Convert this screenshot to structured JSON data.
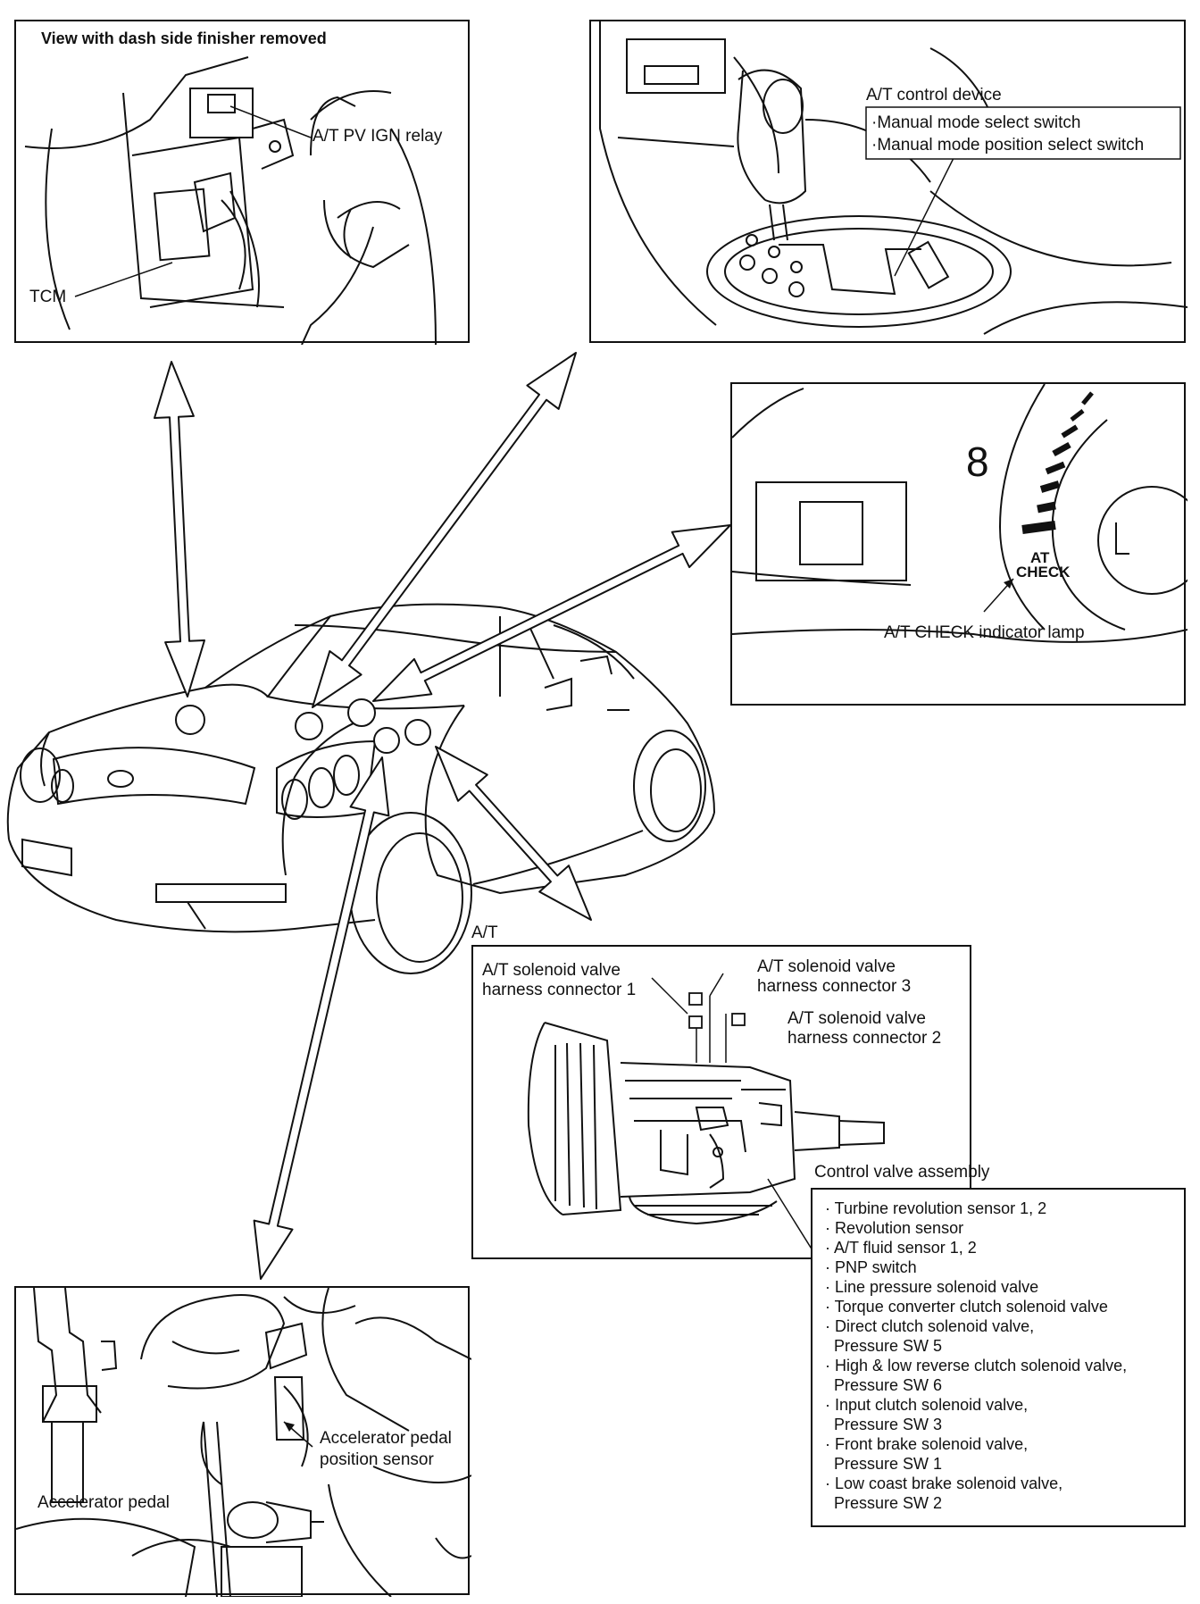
{
  "panels": {
    "tcm": {
      "title": "View with dash side finisher removed",
      "relay_label": "A/T PV IGN relay",
      "tcm_label": "TCM"
    },
    "control_device": {
      "title": "A/T control device",
      "items": [
        "·Manual mode select switch",
        "·Manual mode position select switch"
      ]
    },
    "cluster": {
      "speed_digit": "8",
      "check_text_1": "AT",
      "check_text_2": "CHECK",
      "lamp_label": "A/T CHECK indicator lamp"
    },
    "transmission": {
      "heading": "A/T",
      "connector_1": [
        "A/T solenoid valve",
        "harness connector 1"
      ],
      "connector_3": [
        "A/T solenoid valve",
        "harness connector 3"
      ],
      "connector_2": [
        "A/T solenoid valve",
        "harness connector 2"
      ],
      "valve_assembly": "Control valve assembly",
      "valve_items": [
        "· Turbine revolution sensor 1, 2",
        "· Revolution sensor",
        "· A/T fluid sensor 1, 2",
        "· PNP switch",
        "· Line pressure solenoid valve",
        "· Torque converter clutch solenoid valve",
        "· Direct clutch solenoid valve,",
        "  Pressure SW 5",
        "· High & low reverse clutch solenoid valve,",
        "  Pressure SW 6",
        "· Input clutch solenoid valve,",
        "  Pressure SW 3",
        "· Front brake solenoid valve,",
        "  Pressure SW 1",
        "· Low coast brake solenoid valve,",
        "  Pressure SW 2"
      ]
    },
    "pedal": {
      "pedal_label": "Accelerator pedal",
      "sensor_label": [
        "Accelerator pedal",
        "position sensor"
      ]
    }
  }
}
